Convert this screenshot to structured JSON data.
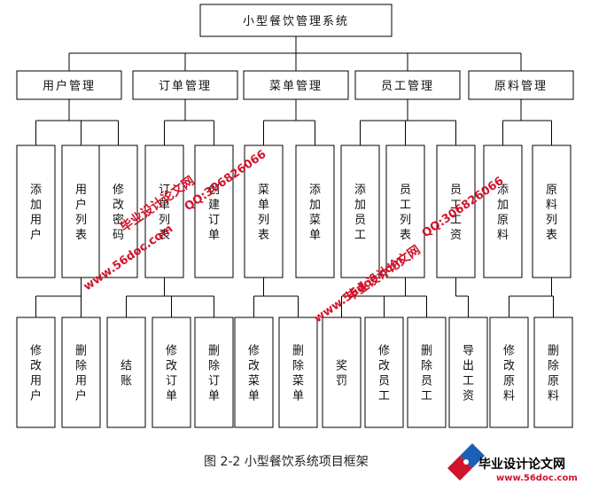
{
  "root": "小型餐饮管理系统",
  "modules": [
    {
      "label": "用户管理",
      "children": [
        {
          "label": "添加用户",
          "children": []
        },
        {
          "label": "用户列表",
          "children": [
            "修改用户",
            "删除用户"
          ]
        },
        {
          "label": "修改密码",
          "children": []
        }
      ]
    },
    {
      "label": "订单管理",
      "children": [
        {
          "label": "订单列表",
          "children": [
            "结账",
            "修改订单",
            "删除订单"
          ]
        },
        {
          "label": "创建订单",
          "children": []
        }
      ]
    },
    {
      "label": "菜单管理",
      "children": [
        {
          "label": "菜单列表",
          "children": [
            "修改菜单",
            "删除菜单"
          ]
        },
        {
          "label": "添加菜单",
          "children": []
        }
      ]
    },
    {
      "label": "员工管理",
      "children": [
        {
          "label": "添加员工",
          "children": []
        },
        {
          "label": "员工列表",
          "children": [
            "奖罚",
            "修改员工",
            "删除员工"
          ]
        },
        {
          "label": "员工工资",
          "children": [
            "导出工资"
          ]
        }
      ]
    },
    {
      "label": "原料管理",
      "children": [
        {
          "label": "添加原料",
          "children": []
        },
        {
          "label": "原料列表",
          "children": [
            "修改原料",
            "删除原料"
          ]
        }
      ]
    }
  ],
  "caption": "图 2-2 小型餐饮系统项目框架",
  "watermarks": [
    "毕业设计论文网",
    "www.56doc.com",
    "QQ:306826066"
  ],
  "brand_logo": {
    "name": "毕业设计论文网",
    "url": "www.56doc.com"
  },
  "colors": {
    "line": "#000000",
    "watermark": "#d0142c",
    "logo_text": "#000000"
  }
}
